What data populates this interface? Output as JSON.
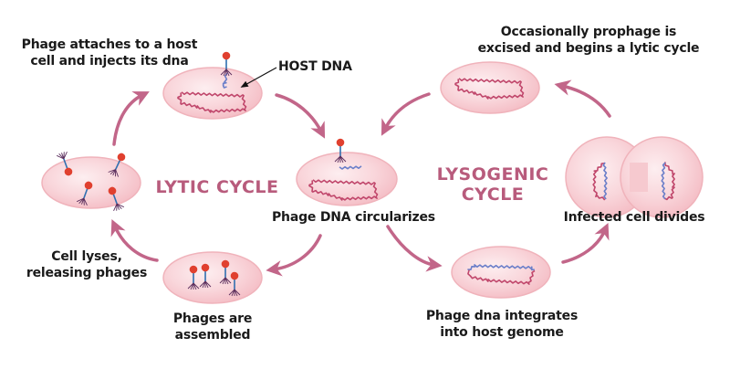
{
  "diagram": {
    "title": "Lytic and Lysogenic Cycles of a Bacteriophage",
    "colors": {
      "cell_fill": "#f6c9cf",
      "cell_highlight": "#fdeef0",
      "cell_stroke": "#f0b3bb",
      "host_dna": "#c0466b",
      "phage_dna": "#6b7fc9",
      "arrow": "#c26689",
      "cycle_label": "#b85b7c",
      "phage_head": "#e0402f",
      "phage_tail": "#2f6fb0",
      "phage_legs": "#5a2d5c",
      "text": "#1a1a1a"
    },
    "cycle_labels": {
      "lytic": "LYTIC CYCLE",
      "lysogenic_line1": "LYSOGENIC",
      "lysogenic_line2": "CYCLE"
    },
    "steps": {
      "attach": {
        "line1": "Phage attaches to a host",
        "line2": "cell and injects its dna"
      },
      "host_dna_callout": "HOST DNA",
      "circularize": {
        "line1": "Phage DNA circularizes"
      },
      "assembled": {
        "line1": "Phages are",
        "line2": "assembled"
      },
      "lyses": {
        "line1": "Cell lyses,",
        "line2": "releasing phages"
      },
      "integrate": {
        "line1": "Phage dna integrates",
        "line2": "into host genome"
      },
      "divides": {
        "line1": "Infected cell divides"
      },
      "excised": {
        "line1": "Occasionally prophage is",
        "line2": "excised and begins a lytic cycle"
      }
    }
  }
}
